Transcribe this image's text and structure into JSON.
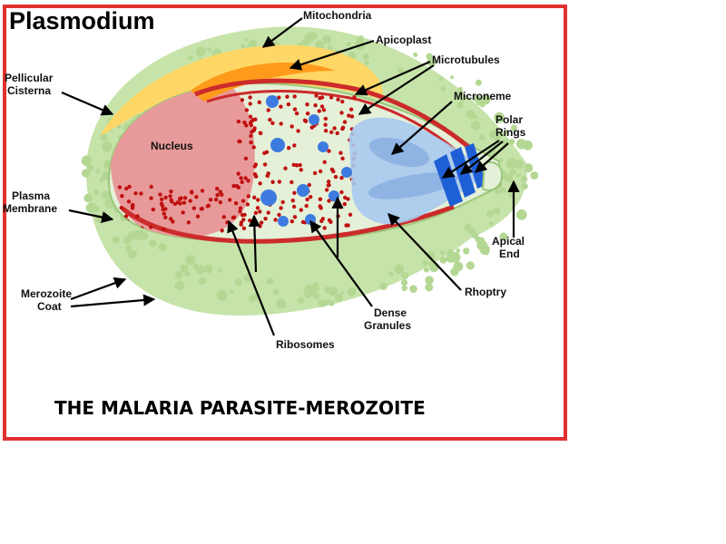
{
  "title": "Plasmodium",
  "caption": "THE MALARIA PARASITE-MEROZOITE",
  "labels": {
    "mitochondria": "Mitochondria",
    "apicoplast": "Apicoplast",
    "microtubules": "Microtubules",
    "pellicular_1": "Pellicular",
    "pellicular_2": "Cisterna",
    "microneme": "Microneme",
    "polar_1": "Polar",
    "polar_2": "Rings",
    "nucleus": "Nucleus",
    "plasma_1": "Plasma",
    "plasma_2": "Membrane",
    "apical_1": "Apical",
    "apical_2": "End",
    "merozoite_1": "Merozoite",
    "merozoite_2": "Coat",
    "rhoptry": "Rhoptry",
    "dense_1": "Dense",
    "dense_2": "Granules",
    "ribosomes": "Ribosomes"
  },
  "colors": {
    "frame": "#e03030",
    "coat": "#c6e3a9",
    "cytoplasm": "#e4f0d8",
    "nucleus": "#e89a9a",
    "mitochondria": "#ffd766",
    "apicoplast": "#ff9a1a",
    "pellicle": "#cc2b2b",
    "organelle_blue": "#a9c9ee",
    "polar_rings": "#1f5fd6",
    "granule": "#3d7be0",
    "ribosome": "#c01010"
  }
}
